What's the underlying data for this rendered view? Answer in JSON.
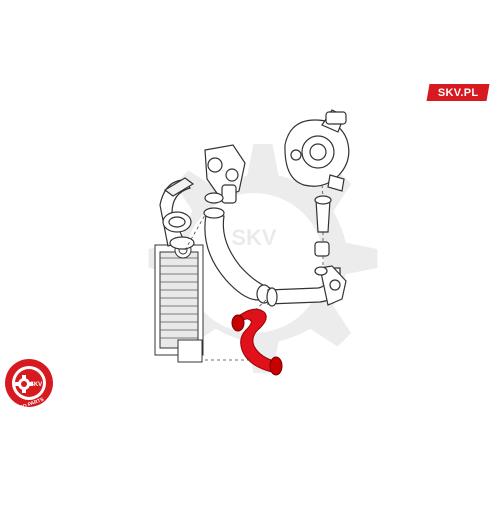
{
  "brand": {
    "label": "SKV.PL",
    "color": "#d71920"
  },
  "watermark": {
    "text": "SKV"
  },
  "badge": {
    "top_text": "SKV",
    "ring_text": "AUTO PARTS",
    "color": "#d71920"
  },
  "highlight_color": "#e0111a"
}
